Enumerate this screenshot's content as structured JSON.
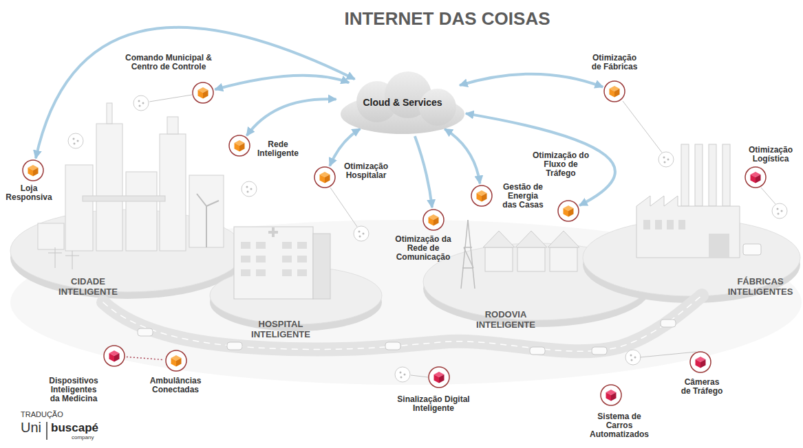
{
  "diagram": {
    "title": "INTERNET DAS COISAS",
    "nodes": [
      {
        "text": [
          "Cloud & Services"
        ]
      },
      {
        "text": [
          "Comando Municipal & Centro de Controle"
        ]
      },
      {
        "text": [
          "Otimização de Fábricas"
        ]
      },
      {
        "text": [
          "Loja Responsiva"
        ]
      },
      {
        "text": [
          "Rede Inteligente"
        ]
      },
      {
        "text": [
          "Otimização Hospitalar"
        ]
      },
      {
        "text": [
          "Otimização Logística"
        ]
      },
      {
        "text": [
          "Otimização do Fluxo de Tráfego"
        ]
      },
      {
        "text": [
          "Gestão de Energia das Casas"
        ]
      },
      {
        "text": [
          "Otimização da Rede de Comunicação"
        ]
      },
      {
        "text": [
          "Dispositivos Inteligentes da Medicina"
        ]
      },
      {
        "text": [
          "Ambulâncias Conectadas"
        ]
      },
      {
        "text": [
          "Sinalização Digital Inteligente"
        ]
      },
      {
        "text": [
          "Câmeras de Tráfego"
        ]
      },
      {
        "text": [
          "Sistema de Carros Automatizados"
        ]
      }
    ],
    "edges": [
      {
        "from": 0,
        "to": 3,
        "arrow": "both"
      },
      {
        "from": 0,
        "to": 1,
        "arrow": "both"
      },
      {
        "from": 0,
        "to": 4,
        "arrow": "both"
      },
      {
        "from": 0,
        "to": 5,
        "arrow": "both"
      },
      {
        "from": 0,
        "to": 9,
        "arrow": "to"
      },
      {
        "from": 0,
        "to": 8,
        "arrow": "both"
      },
      {
        "from": 0,
        "to": 7,
        "arrow": "both"
      },
      {
        "from": 0,
        "to": 2,
        "arrow": "both"
      },
      {
        "from": 10,
        "to": 11,
        "arrow": "none"
      }
    ],
    "labels": [
      "CIDADE INTELIGENTE",
      "HOSPITAL INTELIGENTE",
      "RODOVIA INTELIGENTE",
      "FÁBRICAS INTELIGENTES",
      "TRADUÇÃO",
      "Uni",
      "buscapé",
      "company"
    ]
  }
}
